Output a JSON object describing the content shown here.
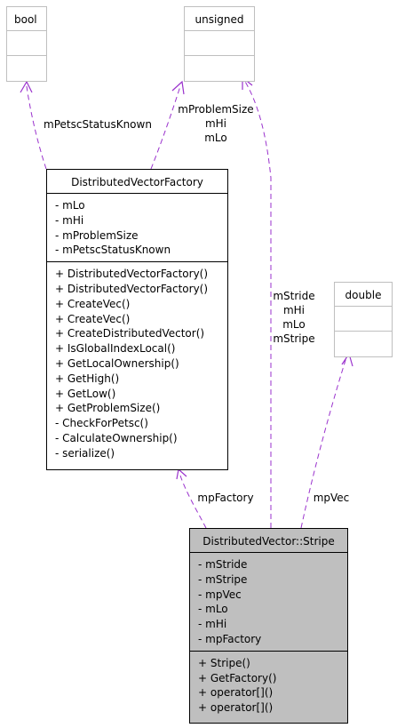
{
  "bool_box": {
    "title": "bool"
  },
  "unsigned_box": {
    "title": "unsigned"
  },
  "double_box": {
    "title": "double"
  },
  "factory_box": {
    "title": "DistributedVectorFactory",
    "attributes": [
      "- mLo",
      "- mHi",
      "- mProblemSize",
      "- mPetscStatusKnown"
    ],
    "methods": [
      "+ DistributedVectorFactory()",
      "+ DistributedVectorFactory()",
      "+ CreateVec()",
      "+ CreateVec()",
      "+ CreateDistributedVector()",
      "+ IsGlobalIndexLocal()",
      "+ GetLocalOwnership()",
      "+ GetHigh()",
      "+ GetLow()",
      "+ GetProblemSize()",
      "- CheckForPetsc()",
      "- CalculateOwnership()",
      "- serialize()"
    ]
  },
  "stripe_box": {
    "title": "DistributedVector::Stripe",
    "attributes": [
      "- mStride",
      "- mStripe",
      "- mpVec",
      "- mLo",
      "- mHi",
      "- mpFactory"
    ],
    "methods": [
      "+ Stripe()",
      "+ GetFactory()",
      "+ operator[]()",
      "+ operator[]()"
    ]
  },
  "edge_labels": {
    "petsc_status": [
      "mPetscStatusKnown"
    ],
    "factory_to_unsigned": [
      "mProblemSize",
      "mHi",
      "mLo"
    ],
    "stripe_to_unsigned": [
      "mStride",
      "mHi",
      "mLo",
      "mStripe"
    ],
    "mp_factory": [
      "mpFactory"
    ],
    "mp_vec": [
      "mpVec"
    ]
  },
  "colors": {
    "edge": "#9a32cd",
    "focus_fill": "#bfbfbf",
    "primitive_border": "#bfbfbf"
  }
}
